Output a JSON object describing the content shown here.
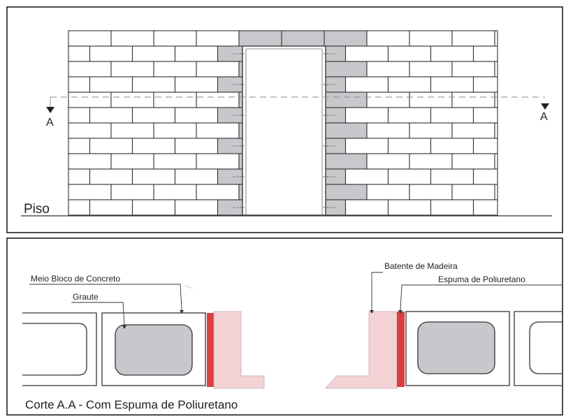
{
  "elevation": {
    "section_marker_left": "A",
    "section_marker_right": "A",
    "floor_label": "Piso"
  },
  "section": {
    "label_half_block": "Meio Bloco de Concreto",
    "label_grout": "Graute",
    "label_wood_frame": "Batente de Madeira",
    "label_foam": "Espuma de Poliuretano",
    "caption": "Corte A.A - Com Espuma de Poliuretano"
  },
  "colors": {
    "grout": "#c8c8cc",
    "foam": "#d9403f",
    "wood": "#f3d3d6",
    "brick_stroke": "#333333"
  }
}
